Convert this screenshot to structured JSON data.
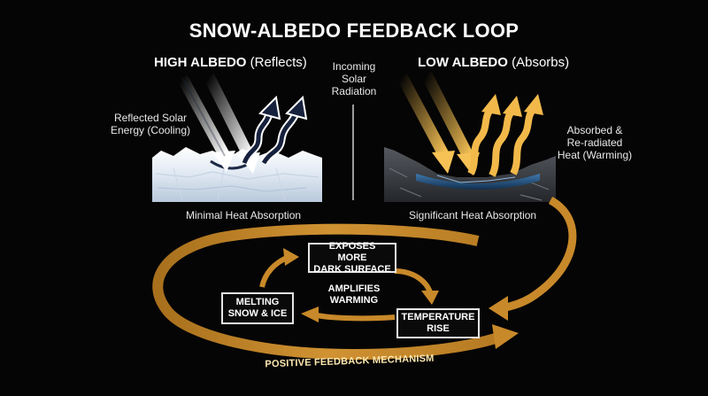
{
  "title": "SNOW-ALBEDO FEEDBACK LOOP",
  "left_panel": {
    "heading_bold": "HIGH ALBEDO",
    "heading_rest": "(Reflects)",
    "side_label_line1": "Reflected Solar",
    "side_label_line2": "Energy (Cooling)",
    "caption": "Minimal Heat Absorption"
  },
  "center_label": {
    "line1": "Incoming",
    "line2": "Solar",
    "line3": "Radiation"
  },
  "right_panel": {
    "heading_bold": "LOW ALBEDO",
    "heading_rest": "(Absorbs)",
    "side_label_line1": "Absorbed &",
    "side_label_line2": "Re-radiated",
    "side_label_line3": "Heat (Warming)",
    "caption": "Significant Heat Absorption"
  },
  "loop": {
    "box_top_line1": "EXPOSES MORE",
    "box_top_line2": "DARK SURFACE",
    "box_left_line1": "MELTING",
    "box_left_line2": "SNOW & ICE",
    "box_right_line1": "TEMPERATURE",
    "box_right_line2": "RISE",
    "center_line1": "AMPLIFIES",
    "center_line2": "WARMING",
    "mechanism": "POSITIVE FEEDBACK MECHANISM"
  },
  "colors": {
    "background": "#050505",
    "accent_orange": "#c8892a",
    "accent_orange_light": "#f2b94a",
    "reflect_arrow": "#f4f6fb",
    "reflect_arrow_dark": "#132040",
    "ice": "#dfe8f2",
    "rock": "#3a3d42",
    "water": "#2a5b8c"
  }
}
